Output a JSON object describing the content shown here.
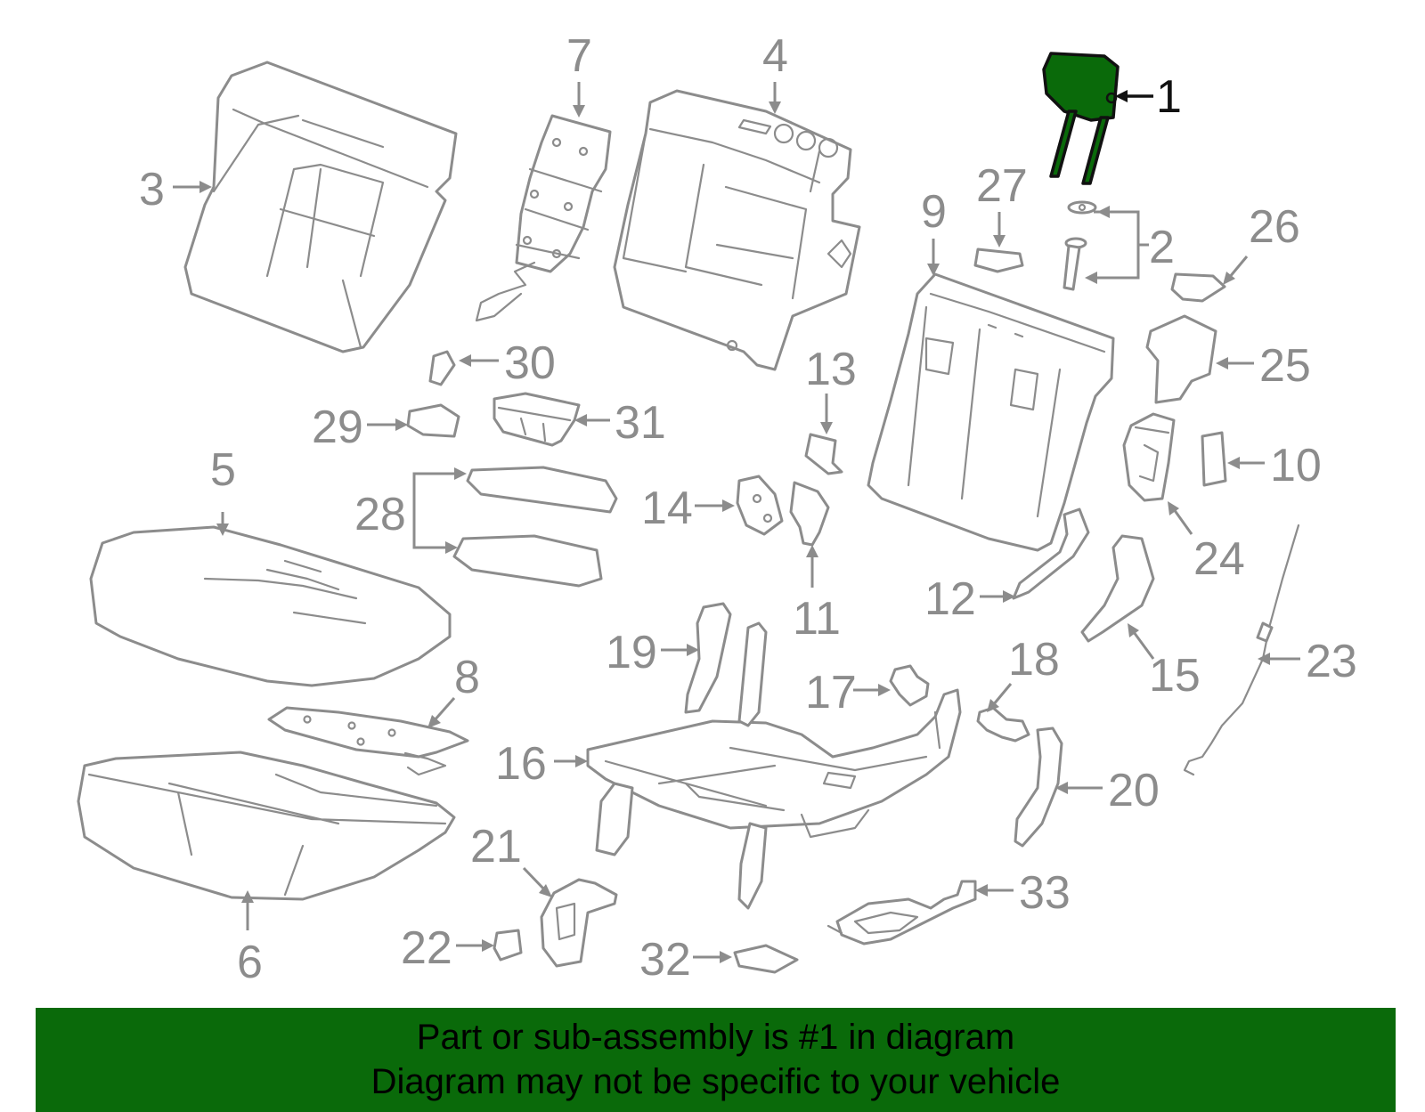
{
  "banner": {
    "line1": "Part or sub-assembly is #1 in diagram",
    "line2": "Diagram may not be specific to your vehicle",
    "color": "#0a6a0a"
  },
  "diagram": {
    "highlighted_part": "1",
    "highlight_color": "#0a6a0a",
    "callouts": [
      "1",
      "2",
      "3",
      "4",
      "5",
      "6",
      "7",
      "8",
      "9",
      "10",
      "11",
      "12",
      "13",
      "14",
      "15",
      "16",
      "17",
      "18",
      "19",
      "20",
      "21",
      "22",
      "23",
      "24",
      "25",
      "26",
      "27",
      "28",
      "29",
      "30",
      "31",
      "32",
      "33"
    ]
  }
}
